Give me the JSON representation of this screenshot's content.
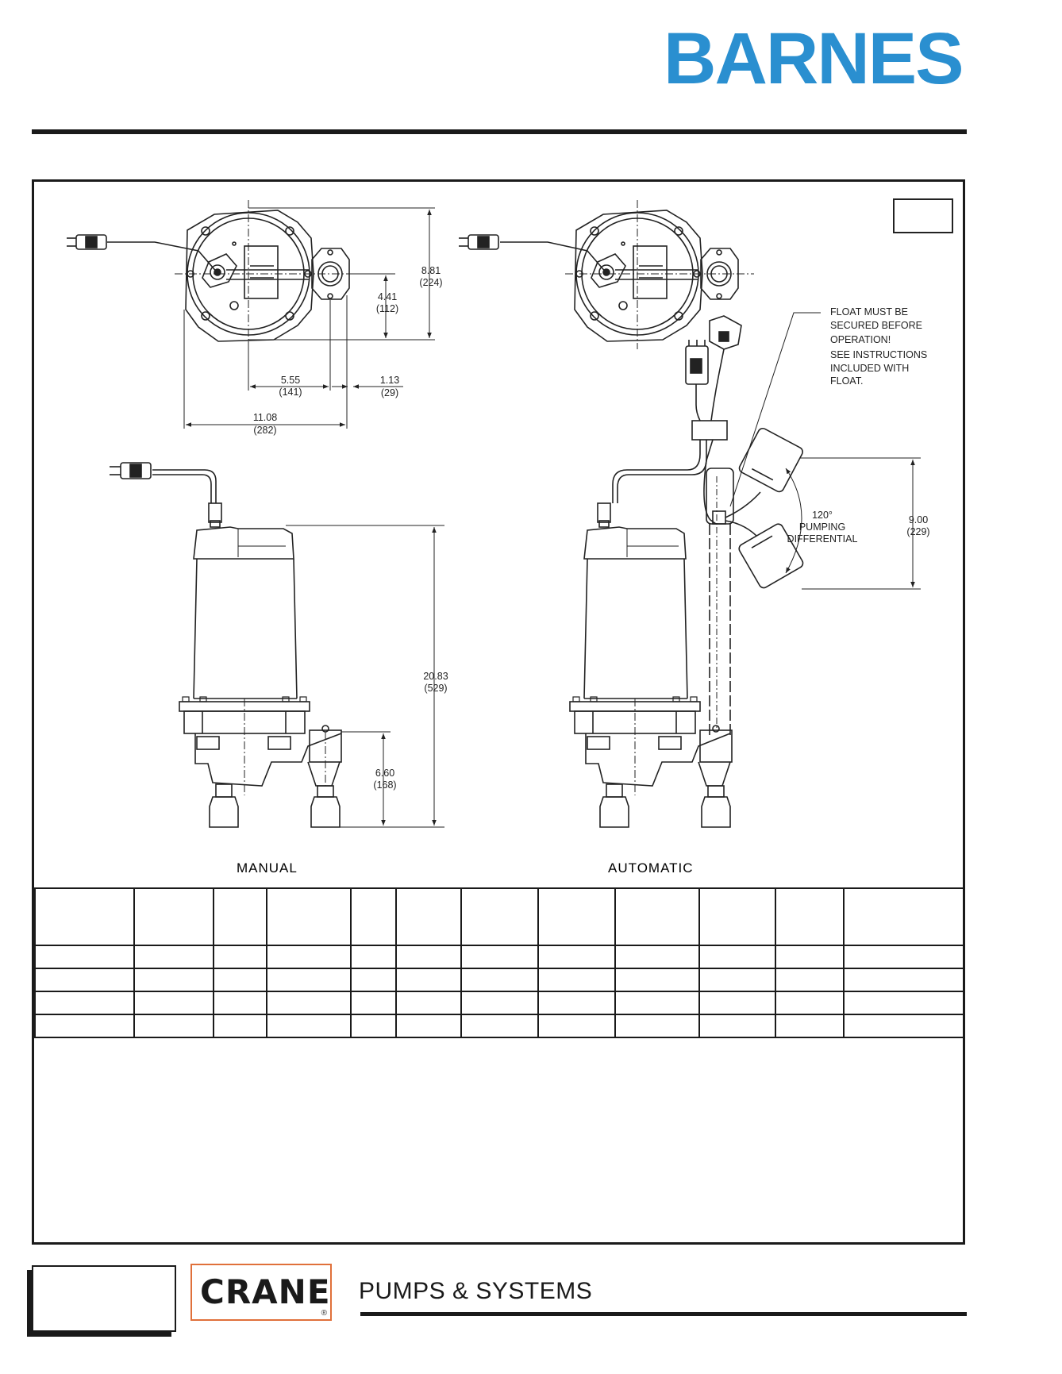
{
  "brand": {
    "name": "BARNES",
    "registered": "®",
    "color": "#2a8fd0"
  },
  "drawings": {
    "manual": {
      "caption": "MANUAL",
      "dims": {
        "overall_height": "8.81",
        "overall_height_mm": "(224)",
        "half_height": "4.41",
        "half_height_mm": "(112)",
        "center_to_discharge": "5.55",
        "center_to_discharge_mm": "(141)",
        "flange": "1.13",
        "flange_mm": "(29)",
        "overall_width": "11.08",
        "overall_width_mm": "(282)",
        "pump_height": "20.83",
        "pump_height_mm": "(529)",
        "discharge_height": "6.60",
        "discharge_height_mm": "(168)"
      }
    },
    "automatic": {
      "caption": "AUTOMATIC",
      "float_note": [
        "FLOAT MUST BE",
        "SECURED BEFORE",
        "OPERATION!",
        "SEE INSTRUCTIONS",
        "INCLUDED WITH",
        "FLOAT."
      ],
      "angle": "120°",
      "differential": [
        "PUMPING",
        "DIFFERENTIAL"
      ],
      "float_range": "9.00",
      "float_range_mm": "(229)"
    }
  },
  "footer": {
    "company": "CRANE",
    "registered": "®",
    "tagline": "PUMPS & SYSTEMS",
    "accent_color": "#e0703a"
  }
}
